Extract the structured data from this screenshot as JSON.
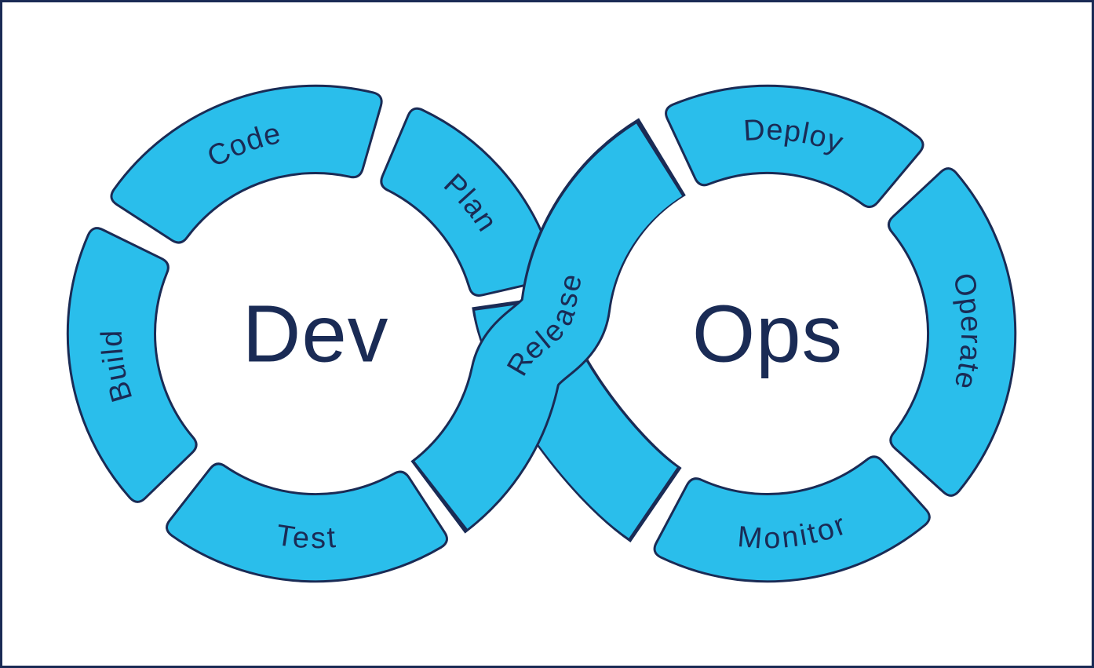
{
  "diagram": {
    "title": "DevOps infinity loop",
    "colors": {
      "band": "#2ABEEB",
      "outline": "#1A2B55",
      "text": "#1A2B55",
      "background": "#FFFFFF",
      "frame_border": "#1A2B55"
    },
    "left_loop": {
      "center_label": "Dev",
      "segments": [
        {
          "label": "Build"
        },
        {
          "label": "Code"
        },
        {
          "label": "Plan"
        },
        {
          "label": "Test"
        }
      ]
    },
    "right_loop": {
      "center_label": "Ops",
      "segments": [
        {
          "label": "Deploy"
        },
        {
          "label": "Operate"
        },
        {
          "label": "Monitor"
        }
      ]
    },
    "crossover": {
      "label": "Release"
    }
  }
}
